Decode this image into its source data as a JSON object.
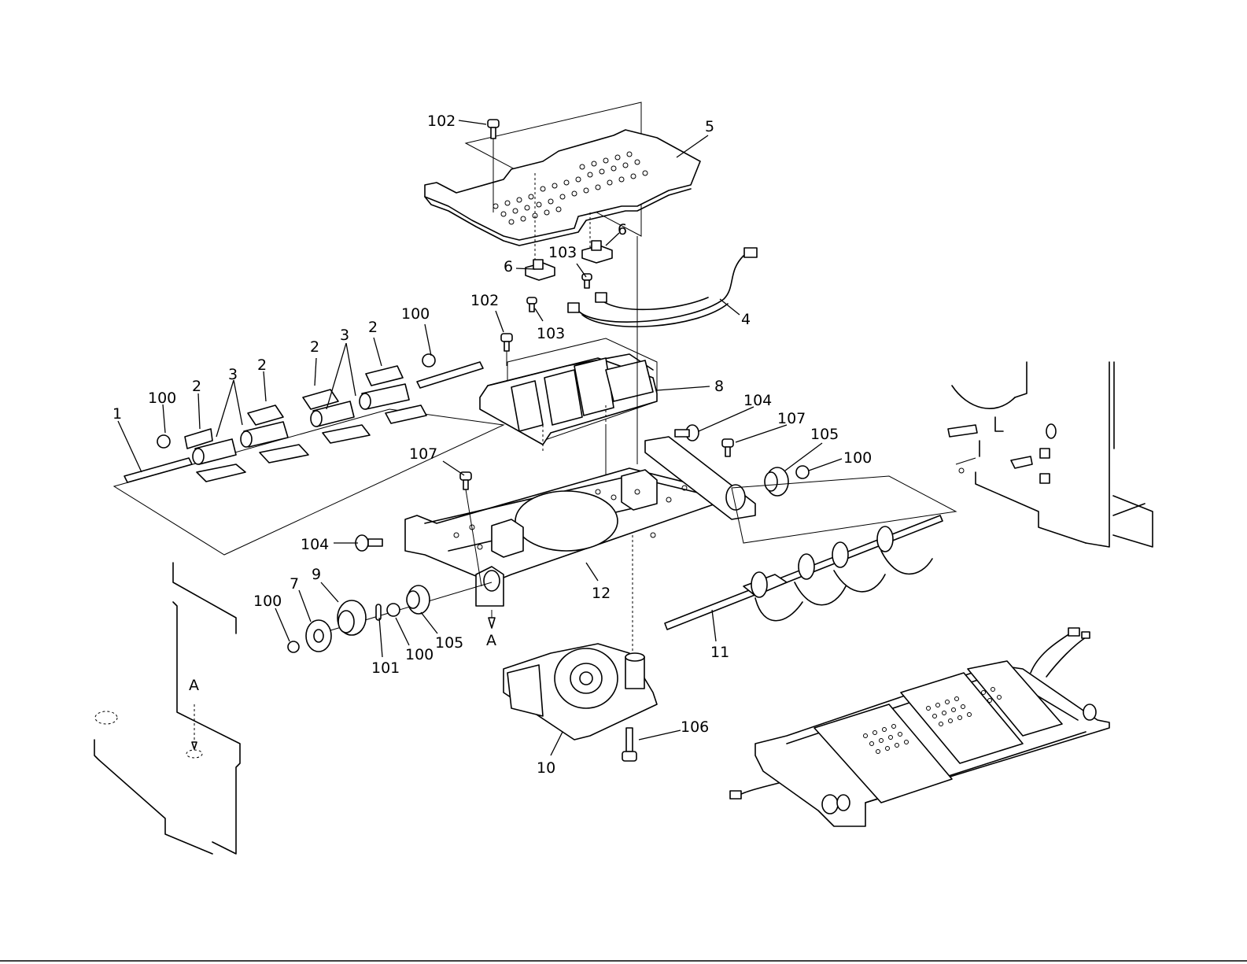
{
  "labels": {
    "l1": "1",
    "l2a": "2",
    "l2b": "2",
    "l2c": "2",
    "l2d": "2",
    "l3a": "3",
    "l3b": "3",
    "l4": "4",
    "l5": "5",
    "l6a": "6",
    "l6b": "6",
    "l7": "7",
    "l8": "8",
    "l9": "9",
    "l10": "10",
    "l11": "11",
    "l12": "12",
    "l100a": "100",
    "l100b": "100",
    "l100c": "100",
    "l100d": "100",
    "l100e": "100",
    "l101": "101",
    "l102a": "102",
    "l102b": "102",
    "l103a": "103",
    "l103b": "103",
    "l104a": "104",
    "l104b": "104",
    "l105a": "105",
    "l105b": "105",
    "l106": "106",
    "l107a": "107",
    "l107b": "107",
    "refA1": "A",
    "refA2": "A"
  }
}
